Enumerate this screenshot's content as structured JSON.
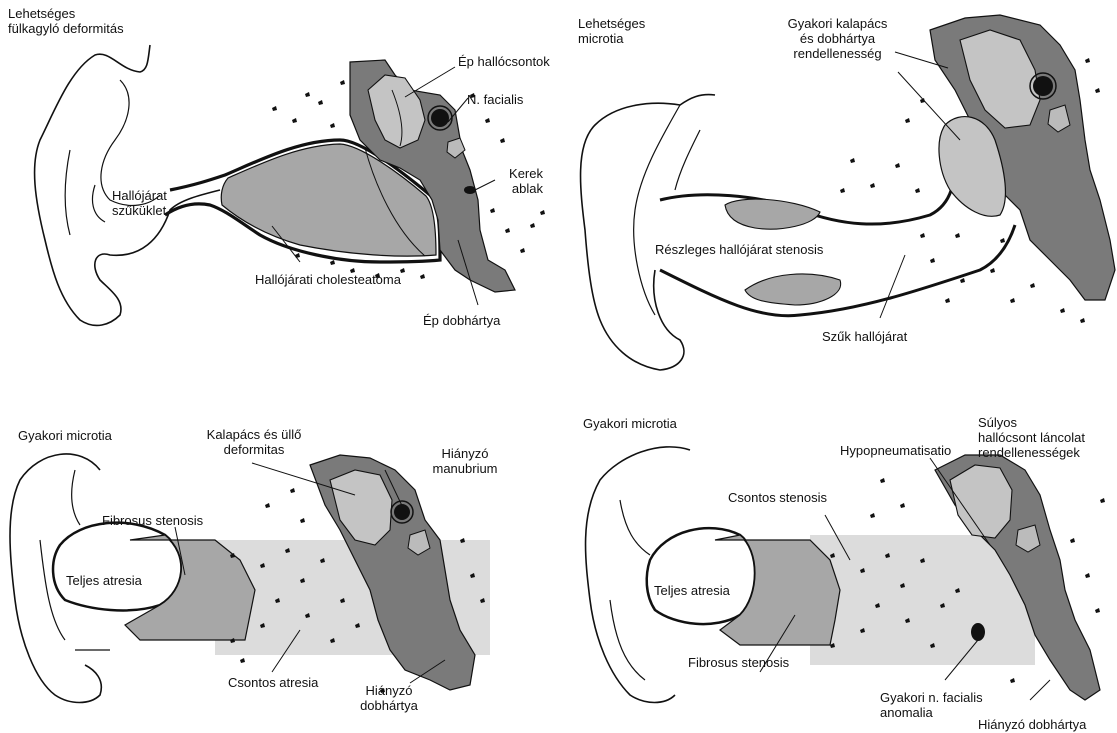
{
  "panels": {
    "top_left": {
      "possible_auricle_deformity": "Lehetséges\nfülkagyló deformitás",
      "intact_ossicles": "Ép hallócsontok",
      "facial_nerve": "N. facialis",
      "round_window": "Kerek\nablak",
      "canal_stenosis": "Hallójárat\nszűküklet",
      "canal_cholesteatoma": "Hallójárati cholesteatoma",
      "intact_eardrum": "Ép dobhártya"
    },
    "top_right": {
      "possible_microtia": "Lehetséges\nmicrotia",
      "malleus_eardrum_anomaly": "Gyakori kalapács\nés dobhártya\nrendellenesség",
      "partial_stenosis": "Részleges hallójárat stenosis",
      "narrow_canal": "Szűk hallójárat"
    },
    "bottom_left": {
      "common_microtia": "Gyakori microtia",
      "malleus_incus_deformity": "Kalapács és üllő\ndeformitas",
      "missing_manubrium": "Hiányzó\nmanubrium",
      "fibrous_stenosis": "Fibrosus stenosis",
      "complete_atresia": "Teljes atresia",
      "bony_atresia": "Csontos atresia",
      "missing_eardrum": "Hiányzó\ndobhártya"
    },
    "bottom_right": {
      "common_microtia": "Gyakori microtia",
      "severe_chain_anomalies": "Súlyos\nhallócsont láncolat\nrendellenességek",
      "hypopneumatisation": "Hypopneumatisatio",
      "bony_stenosis": "Csontos stenosis",
      "complete_atresia": "Teljes atresia",
      "fibrous_stenosis": "Fibrosus stenosis",
      "facial_anomaly": "Gyakori n. facialis\nanomalia",
      "missing_eardrum": "Hiányzó dobhártya"
    }
  },
  "colors": {
    "outline": "#111111",
    "light_gray": "#c4c4c4",
    "mid_gray": "#a7a7a7",
    "dark_gray": "#7a7a7a",
    "bone_fill": "#dcdcdc"
  }
}
